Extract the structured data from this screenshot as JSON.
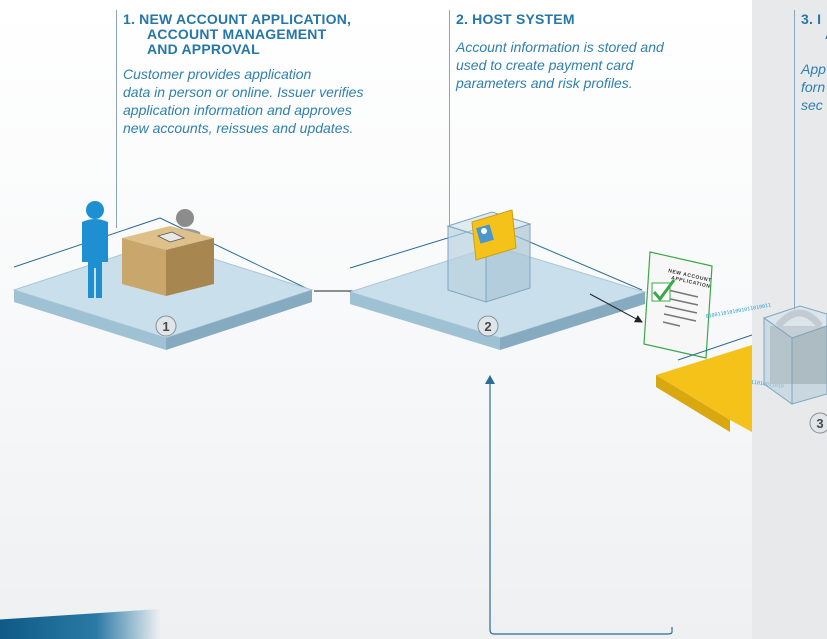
{
  "steps": [
    {
      "title_lines": [
        "1. NEW ACCOUNT APPLICATION,",
        "ACCOUNT MANAGEMENT",
        "AND APPROVAL"
      ],
      "description_lines": [
        "Customer provides application",
        "data in person or online. Issuer verifies",
        "application information and approves",
        "new accounts, reissues and updates."
      ],
      "badge": "1"
    },
    {
      "title_lines": [
        "2. HOST SYSTEM"
      ],
      "description_lines": [
        "Account information is stored and",
        "used to create payment card",
        "parameters and risk profiles."
      ],
      "badge": "2"
    },
    {
      "title_lines": [
        "3. I",
        "A"
      ],
      "description_lines": [
        "App",
        "forn",
        "sec"
      ],
      "badge": "3"
    }
  ],
  "form_card": {
    "label_lines": [
      "NEW ACCOUNT",
      "APPLICATION"
    ]
  },
  "binary_stream": {
    "line1": "0100110101001011010011",
    "line2": "010101001101011010011010"
  },
  "colors": {
    "accent_blue": "#2577a8",
    "platform_blue": "#c9dfeb",
    "platform_yellow": "#f5c21a",
    "person_blue": "#1e8fd0",
    "desk_tan": "#c9a66b",
    "check_green": "#3aa84a"
  },
  "icons": [
    "customer-icon",
    "clerk-icon",
    "desk-icon",
    "server-cube-icon",
    "id-card-icon",
    "application-form-icon",
    "checkmark-icon",
    "padlock-icon"
  ]
}
